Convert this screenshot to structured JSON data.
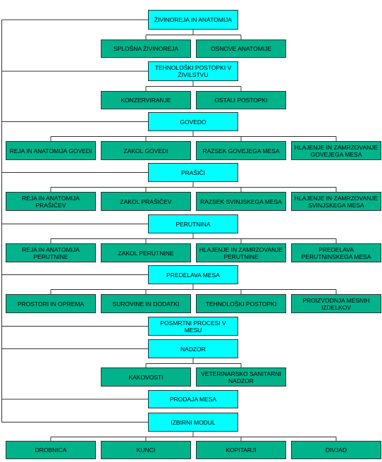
{
  "colors": {
    "main_box": "#00ffff",
    "sub_box": "#00b38b",
    "line": "#333333"
  },
  "nodes": {
    "zivinoreja": "ŽIVINOREJA IN ANATOMIJA",
    "splosna": "SPLOŠNA ŽIVINOREJA",
    "osnove": "OSNOVE ANATOMIJE",
    "tehnoloski_zivilstvo": "TEHNOLOŠKI POSTOPKI V ŽIVILSTVU",
    "konzerviranje": "KONZERVIRANJE",
    "ostali": "OSTALI POSTOPKI",
    "govedo": "GOVEDO",
    "reja_goved": "REJA IN ANATOMIJA GOVEDI",
    "zakol_goved": "ZAKOL GOVEDI",
    "razsek_goveje": "RAZSEK GOVEJEGA MESA",
    "hlajenje_goveje": "HLAJENJE IN ZAMRZOVANJE GOVEJEGA MESA",
    "prasici": "PRAŠIČI",
    "reja_prasicev": "REJA IN ANATOMIJA PRAŠIČEV",
    "zakol_prasicev": "ZAKOL PRAŠIČEV",
    "razsek_svinjske": "RAZSEK SVINJSKEGA MESA",
    "hlajenje_svinjske": "HLAJENJE IN ZAMRZOVANJE SVINJSKEGA MESA",
    "perutnina": "PERUTNINA",
    "reja_perutnine": "REJA IN ANATOMIJA PERUTNINE",
    "zakol_perutnine": "ZAKOL PERUTNINE",
    "hlajenje_perutnine": "HLAJENJE IN ZAMRZOVANJE PERUTNINE",
    "predelava_perutninske": "PREDELAVA PERUTNINSKEGA MESA",
    "predelava_mesa": "PREDELAVA MESA",
    "prostori": "PROSTORI IN OPREMA",
    "surovine": "SUROVINE IN DODATKI",
    "tehnoloski": "TEHNOLOŠKI POSTOPKI",
    "proizvodnja": "PROIZVODNJA MESNIH IZDELKOV",
    "posmrtni": "POSMRTNI PROCESI V MESU",
    "nadzor": "NADZOR",
    "kakovosti": "KAKOVOSTI",
    "veterinarsko": "VETERINARSKO SANITARNI NADZOR",
    "prodaja": "PRODAJA MESA",
    "izbirni": "IZBIRNI MODUL",
    "drobnica": "DROBNICA",
    "kunci": "KUNCI",
    "kopitarji": "KOPITARJI",
    "divjad": "DIVJAD"
  }
}
